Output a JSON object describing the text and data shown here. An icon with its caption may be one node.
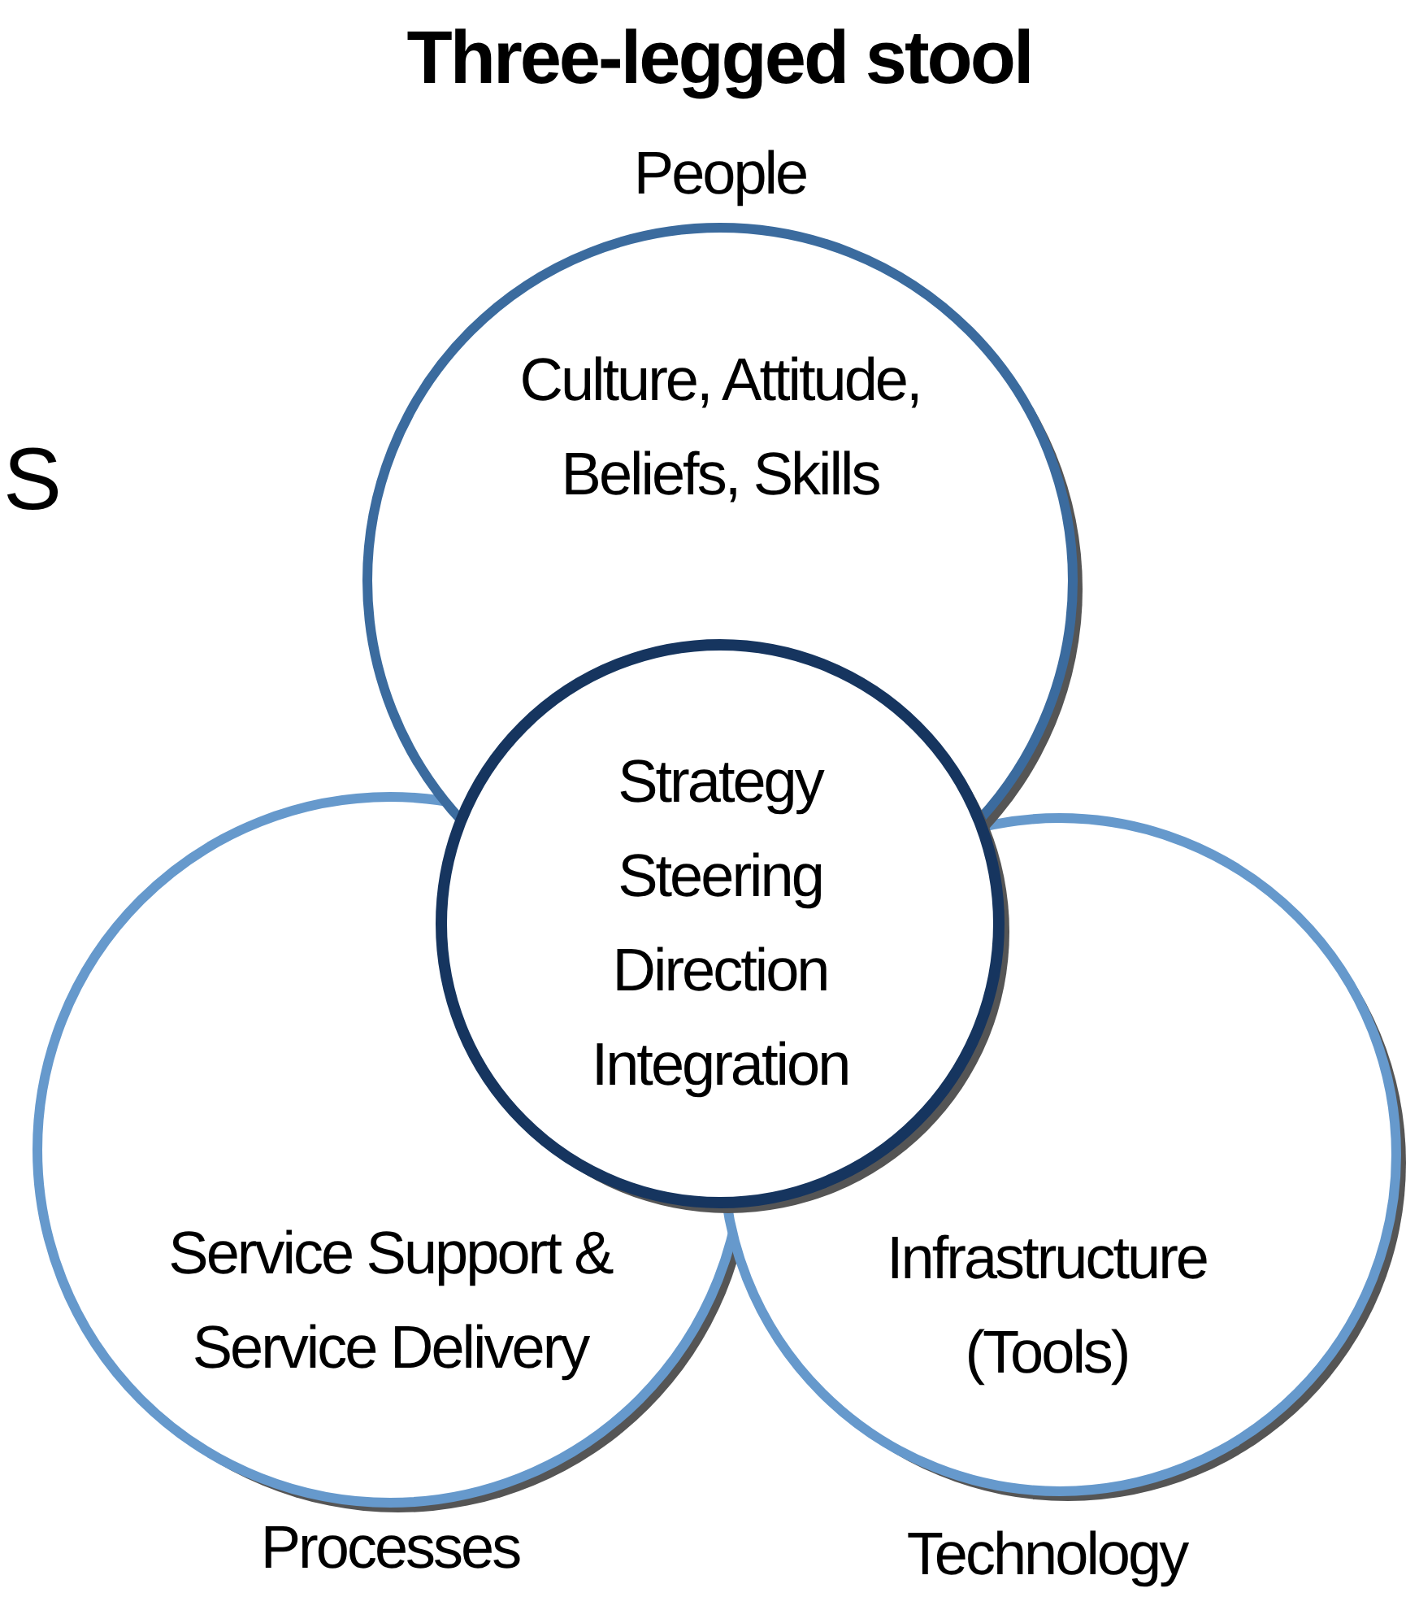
{
  "diagram": {
    "title": "Three-legged stool",
    "nodes": [
      {
        "text": [
          "People",
          "Culture, Attitude, Beliefs, Skills"
        ]
      },
      {
        "text": [
          "Strategy Steering Direction Integration"
        ]
      },
      {
        "text": [
          "Service Support & Service Delivery",
          "Processes"
        ]
      },
      {
        "text": [
          "Infrastructure (Tools)",
          "Technology"
        ]
      }
    ],
    "edges": [],
    "labels": [
      "S"
    ]
  }
}
